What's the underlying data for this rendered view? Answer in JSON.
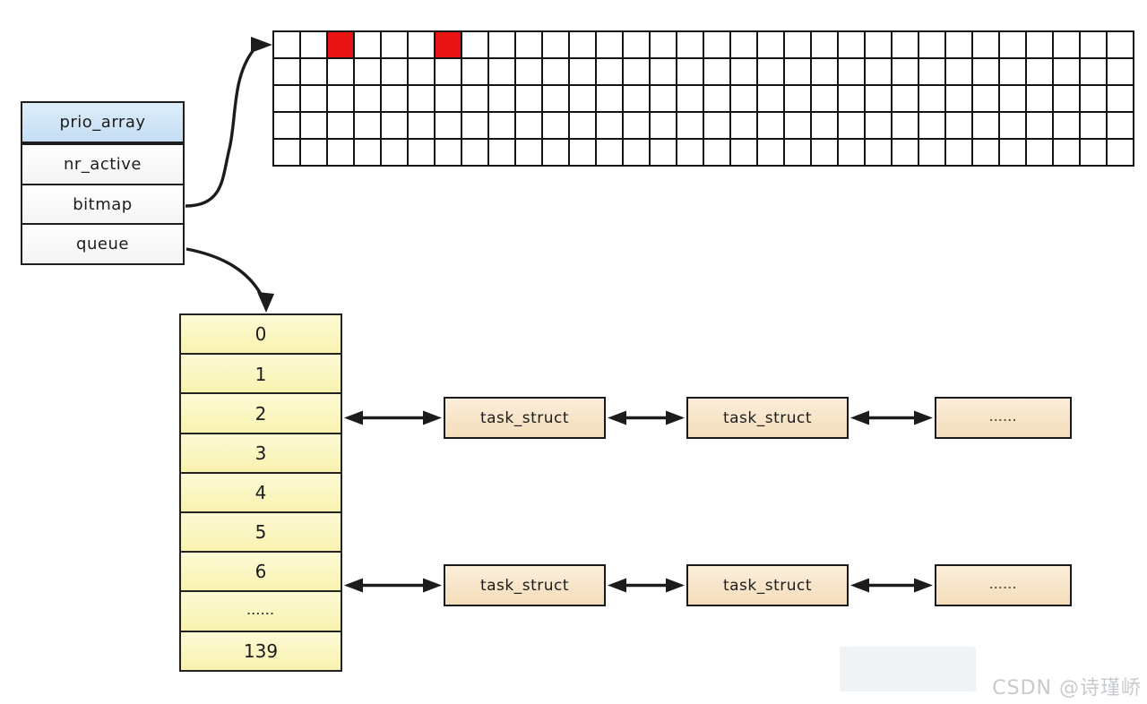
{
  "diagram": {
    "struct": {
      "title": "prio_array",
      "fields": [
        "nr_active",
        "bitmap",
        "queue"
      ]
    },
    "bitmap_grid": {
      "rows": 5,
      "cols": 32,
      "active_cells": [
        [
          0,
          2
        ],
        [
          0,
          6
        ]
      ],
      "active_color": "#e81414"
    },
    "queue_array": {
      "labels": [
        "0",
        "1",
        "2",
        "3",
        "4",
        "5",
        "6",
        "......",
        "139"
      ]
    },
    "task_lists": [
      {
        "queue_label": "2",
        "nodes": [
          "task_struct",
          "task_struct",
          "......"
        ]
      },
      {
        "queue_label": "6",
        "nodes": [
          "task_struct",
          "task_struct",
          "......"
        ]
      }
    ],
    "colors": {
      "header_fill": "#cfe5f7",
      "queue_fill": "#fbf7c3",
      "task_fill": "#f8e5c8",
      "active_bit": "#e81414",
      "line": "#1c1c1c",
      "watermark": "#c7cacd"
    },
    "watermark": "CSDN @诗瑾峤"
  }
}
